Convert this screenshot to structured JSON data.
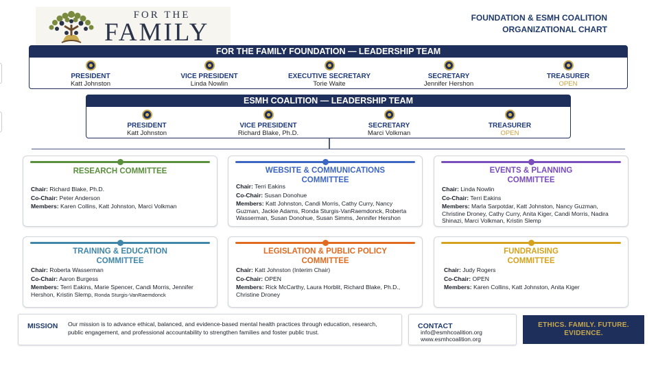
{
  "logo": {
    "line1": "FOR THE",
    "line2": "FAMILY"
  },
  "doc_title": {
    "line1": "FOUNDATION & ESMH COALITION",
    "line2": "ORGANIZATIONAL CHART"
  },
  "foundation": {
    "header": "FOR THE FAMILY FOUNDATION — LEADERSHIP TEAM",
    "officers": [
      {
        "role": "PRESIDENT",
        "name": "Katt Johnston"
      },
      {
        "role": "VICE PRESIDENT",
        "name": "Linda Nowlin"
      },
      {
        "role": "EXECUTIVE SECRETARY",
        "name": "Torie Waite"
      },
      {
        "role": "SECRETARY",
        "name": "Jennifer Hershon"
      },
      {
        "role": "TREASURER",
        "name": "OPEN"
      }
    ]
  },
  "coalition": {
    "header": "ESMH COALITION — LEADERSHIP TEAM",
    "officers": [
      {
        "role": "PRESIDENT",
        "name": "Katt Johnston"
      },
      {
        "role": "VICE PRESIDENT",
        "name": "Richard Blake, Ph.D."
      },
      {
        "role": "SECRETARY",
        "name": "Marci Volkman"
      },
      {
        "role": "TREASURER",
        "name": "OPEN"
      }
    ]
  },
  "labels": {
    "chair": "Chair:",
    "cochair": "Co-Chair:",
    "members": "Members:"
  },
  "committees": {
    "research": {
      "title_l1": "RESEARCH COMMITTEE",
      "title_l2": "",
      "color": "#5a8f3c",
      "chair": "Richard Blake, Ph.D.",
      "cochair": "Peter Anderson",
      "members": "Karen Collins, Katt Johnston, Marci Volkman"
    },
    "website": {
      "title_l1": "WEBSITE & COMMUNICATIONS",
      "title_l2": "COMMITTEE",
      "color": "#3d66c2",
      "chair": "Terri Eakins",
      "cochair": "Susan Donohue",
      "members": "Katt Johnston, Candi Morris, Cathy Curry, Nancy Guzman, Jackie Adams, Ronda Sturgis-VanRaemdonck, Roberta Wasserman, Susan Donohue, Susan Simms, Jennifer Hershon"
    },
    "events": {
      "title_l1": "EVENTS & PLANNING",
      "title_l2": "COMMITTEE",
      "color": "#7a4cbc",
      "chair": "Linda Nowlin",
      "cochair": "Terri Eakins",
      "members": "Marla Sarpotdar, Katt Johnston, Nancy Guzman, Christine Droney, Cathy Curry, Anita Kiger, Candi Morris, Nadira Shinazi, Marci Volkman, Kristin Slemp"
    },
    "training": {
      "title_l1": "TRAINING & EDUCATION",
      "title_l2": "COMMITTEE",
      "color": "#3f86a8",
      "chair": "Roberta Wasserman",
      "cochair": "Aaron Burgess",
      "members": "Terri Eakins, Marie Spencer, Candi Morris, Jennifer Hershon, Kristin Slemp,",
      "members_small": "Ronda Sturgis-VanRaemdonck"
    },
    "legislation": {
      "title_l1": "LEGISLATION & PUBLIC POLICY",
      "title_l2": "COMMITTEE",
      "color": "#e06a1f",
      "chair": "Katt Johnston (Interim Chair)",
      "cochair": "OPEN",
      "members": "Rick McCarthy, Laura Horblit, Richard Blake, Ph.D., Christine Droney"
    },
    "fundraising": {
      "title_l1": "FUNDRAISING",
      "title_l2": "COMMITTEE",
      "color": "#d4a21c",
      "chair": "Judy Rogers",
      "cochair": "OPEN",
      "members": "Karen Collins, Katt Johnston, Anita Kiger"
    }
  },
  "mission": {
    "label": "MISSION",
    "text": "Our mission is to advance ethical, balanced, and evidence-based mental health practices through education, research, public engagement, and professional accountability to strengthen families and foster public trust."
  },
  "contact": {
    "label": "CONTACT",
    "email": "info@esmhcoalition.org",
    "website": "www.esmhcoalition.org"
  },
  "values_banner": {
    "line1": "ETHICS.  FAMILY.  FUTURE.",
    "line2": "EVIDENCE."
  },
  "colors": {
    "navy": "#1f2f5c",
    "gold": "#c8a94d",
    "title_blue": "#1f3a6b"
  }
}
